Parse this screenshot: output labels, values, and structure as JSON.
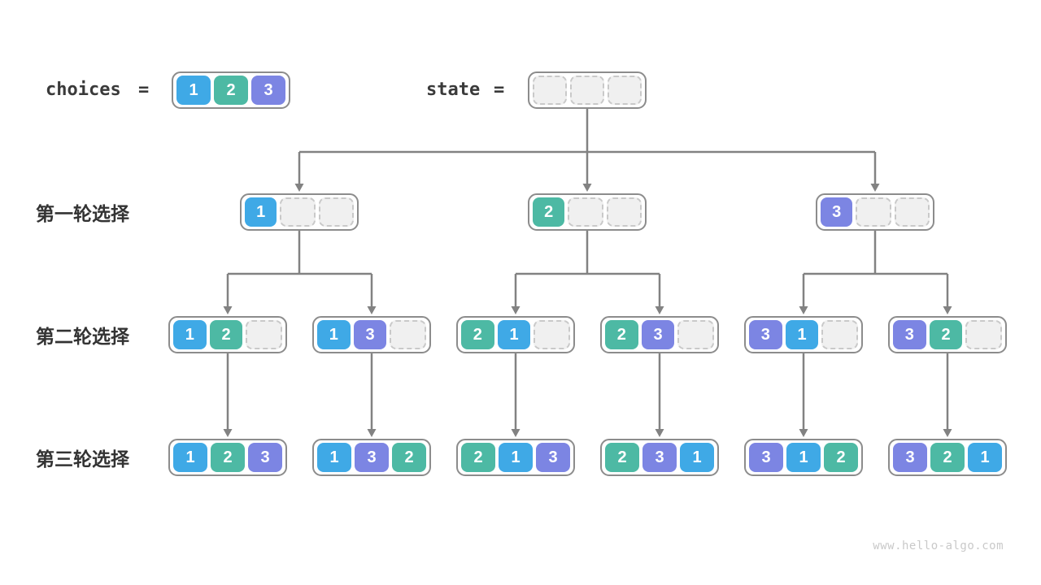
{
  "watermark": "www.hello-algo.com",
  "colors": {
    "1": "#3fa9e6",
    "2": "#4db9a4",
    "3": "#7c85e3",
    "empty_fill": "#f0f0f0",
    "empty_border": "#c9c9c9",
    "box_border": "#8c8c8c",
    "arrow": "#828282",
    "text": "#3a3a3a"
  },
  "header": {
    "choices": {
      "label": "choices",
      "eq": "=",
      "cells": [
        "1",
        "2",
        "3"
      ]
    },
    "state": {
      "label": "state",
      "eq": "=",
      "cells": [
        "",
        "",
        ""
      ]
    }
  },
  "rows": [
    {
      "label": "第一轮选择",
      "boxes": [
        [
          "1",
          "",
          ""
        ],
        [
          "2",
          "",
          ""
        ],
        [
          "3",
          "",
          ""
        ]
      ]
    },
    {
      "label": "第二轮选择",
      "boxes": [
        [
          "1",
          "2",
          ""
        ],
        [
          "1",
          "3",
          ""
        ],
        [
          "2",
          "1",
          ""
        ],
        [
          "2",
          "3",
          ""
        ],
        [
          "3",
          "1",
          ""
        ],
        [
          "3",
          "2",
          ""
        ]
      ]
    },
    {
      "label": "第三轮选择",
      "boxes": [
        [
          "1",
          "2",
          "3"
        ],
        [
          "1",
          "3",
          "2"
        ],
        [
          "2",
          "1",
          "3"
        ],
        [
          "2",
          "3",
          "1"
        ],
        [
          "3",
          "1",
          "2"
        ],
        [
          "3",
          "2",
          "1"
        ]
      ]
    }
  ]
}
